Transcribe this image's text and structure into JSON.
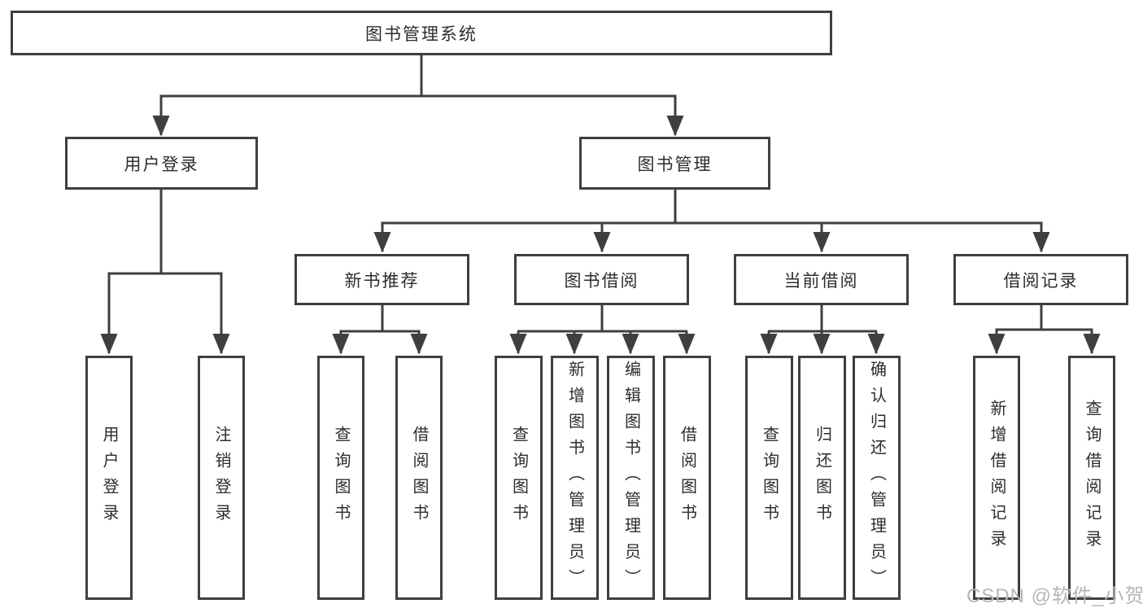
{
  "colors": {
    "line": "#3f3f3f",
    "text": "#2d2d2d",
    "background": "#ffffff",
    "watermark_gray": "#b6b6ba"
  },
  "watermark": "CSDN @软件_小贺同学",
  "nodes": {
    "root": "图书管理系统",
    "user_login": "用户登录",
    "book_management": "图书管理",
    "new_book_recommend": "新书推荐",
    "book_borrow": "图书借阅",
    "current_borrow": "当前借阅",
    "borrow_records": "借阅记录",
    "leaves": {
      "user_login": [
        "用户登录",
        "注销登录"
      ],
      "new_book_recommend": [
        "查询图书",
        "借阅图书"
      ],
      "book_borrow": [
        "查询图书",
        "新增图书（管理员）",
        "编辑图书（管理员）",
        "借阅图书"
      ],
      "current_borrow": [
        "查询图书",
        "归还图书",
        "确认归还（管理员）"
      ],
      "borrow_records": [
        "新增借阅记录",
        "查询借阅记录"
      ]
    }
  }
}
